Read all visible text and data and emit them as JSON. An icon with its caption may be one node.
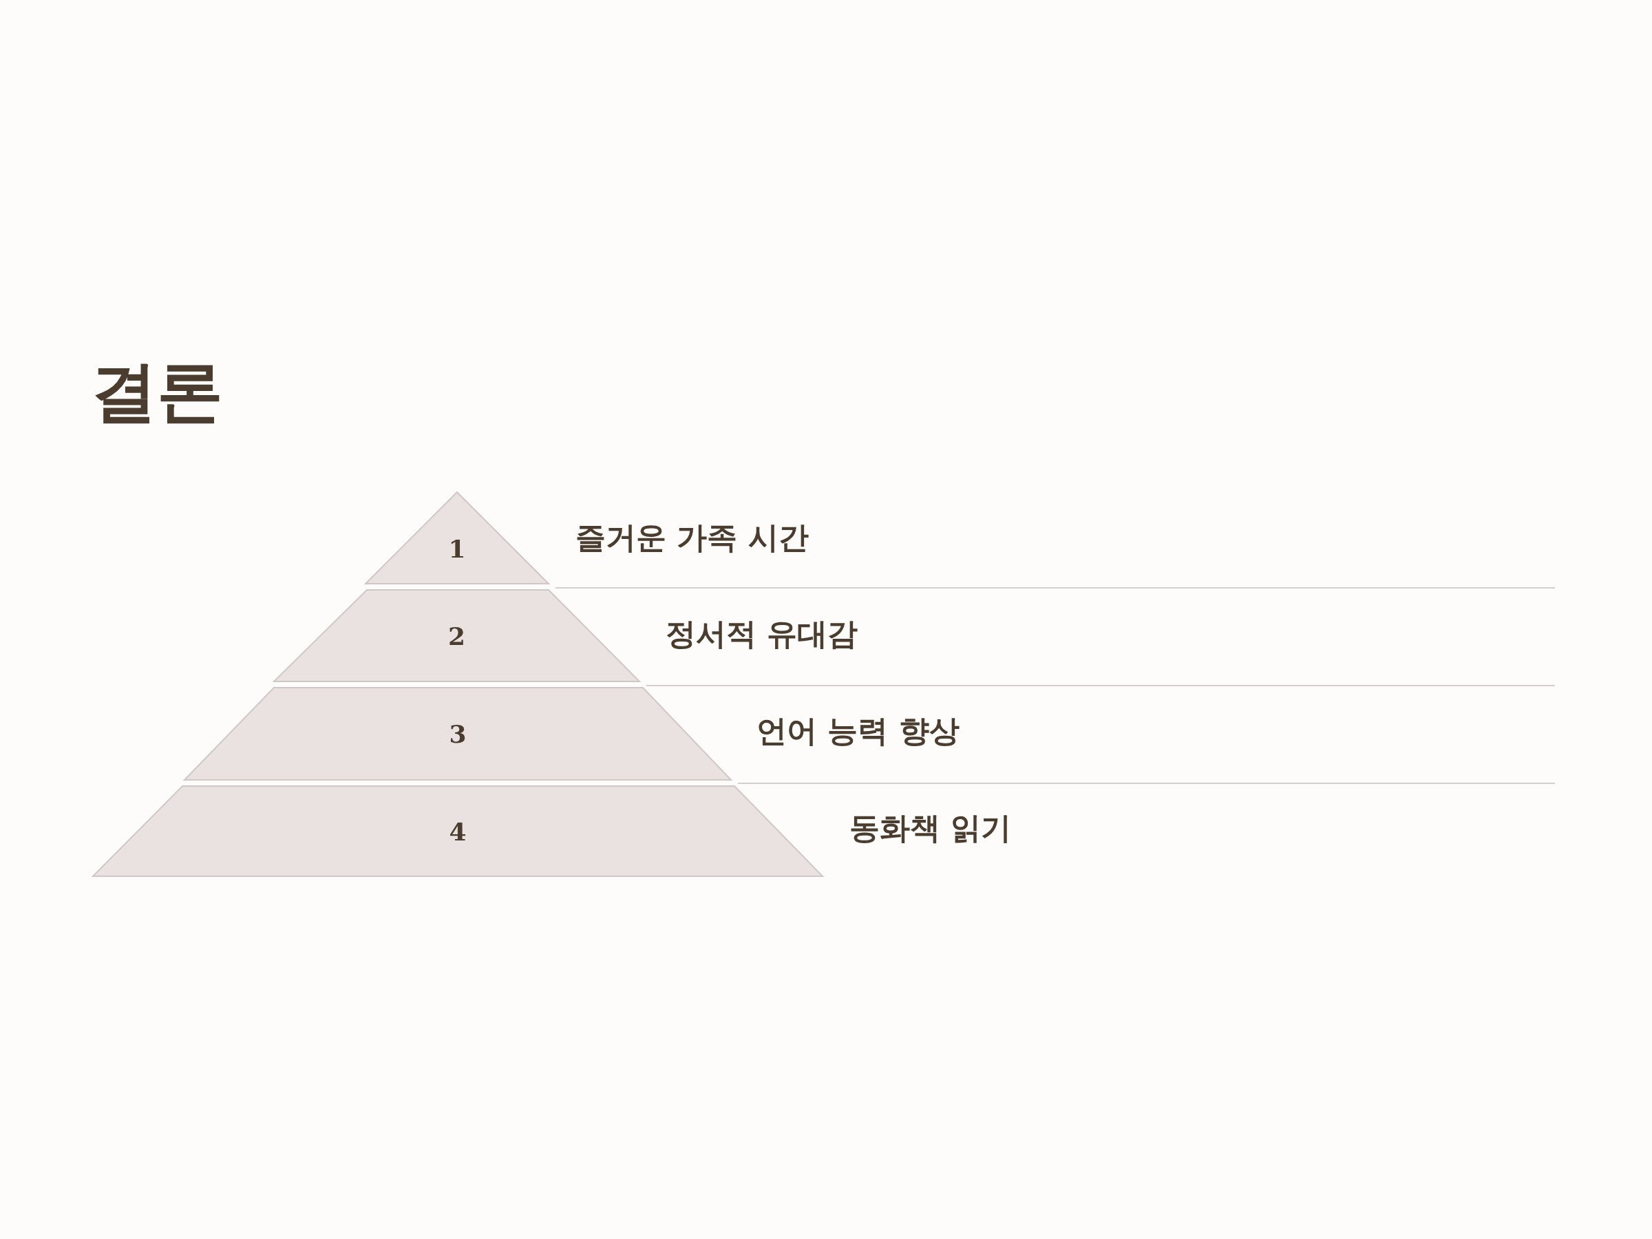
{
  "diagram": {
    "title": "결론",
    "nodes": [
      {
        "text": [
          "1"
        ],
        "beside": [
          "즐거운 가족 시간"
        ]
      },
      {
        "text": [
          "2"
        ],
        "beside": [
          "정서적 유대감"
        ]
      },
      {
        "text": [
          "3"
        ],
        "beside": [
          "언어 능력 향상"
        ]
      },
      {
        "text": [
          "4"
        ],
        "beside": [
          "동화책 읽기"
        ]
      }
    ]
  }
}
